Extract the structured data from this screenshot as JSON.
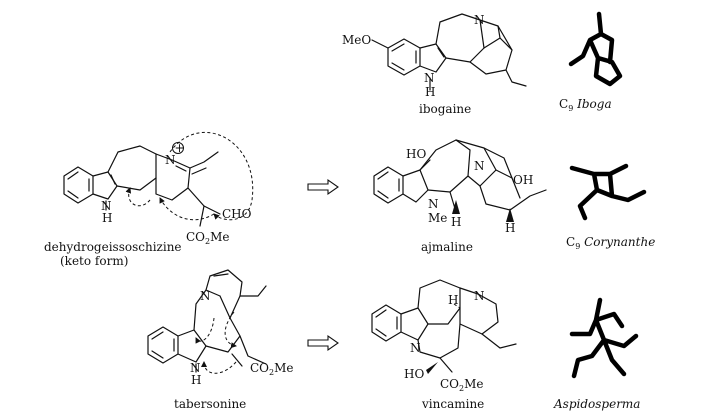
{
  "colors": {
    "ink": "#111111",
    "skeleton": "#000000",
    "background": "#ffffff"
  },
  "rows": {
    "top": {
      "compound_label": "ibogaine",
      "substituent_meo": "MeO",
      "atom_n": "N",
      "atom_nh": "N",
      "atom_h": "H",
      "skeleton_prefix": "C",
      "skeleton_sub": "9",
      "skeleton_name": "Iboga"
    },
    "middle": {
      "precursor_label_1": "dehydrogeissoschizine",
      "precursor_label_2": "(keto form)",
      "precursor_nh": "N",
      "precursor_h": "H",
      "precursor_n_plus": "N",
      "precursor_charge": "+",
      "precursor_cho": "CHO",
      "precursor_ester": "CO",
      "precursor_ester_sub": "2",
      "precursor_ester_me": "Me",
      "product_label": "ajmaline",
      "product_ho": "HO",
      "product_oh": "OH",
      "product_n_top": "N",
      "product_n_bottom": "N",
      "product_me": "Me",
      "product_h1": "H",
      "product_h2": "H",
      "skeleton_prefix": "C",
      "skeleton_sub": "9",
      "skeleton_name": "Corynanthe"
    },
    "bottom": {
      "precursor_label": "tabersonine",
      "precursor_n_top": "N",
      "precursor_nh": "N",
      "precursor_h": "H",
      "precursor_ester": "CO",
      "precursor_ester_sub": "2",
      "precursor_ester_me": "Me",
      "product_label": "vincamine",
      "product_h": "H",
      "product_n_top": "N",
      "product_n_bottom": "N",
      "product_ho": "HO",
      "product_ester": "CO",
      "product_ester_sub": "2",
      "product_ester_me": "Me",
      "skeleton_name": "Aspidosperma"
    }
  }
}
